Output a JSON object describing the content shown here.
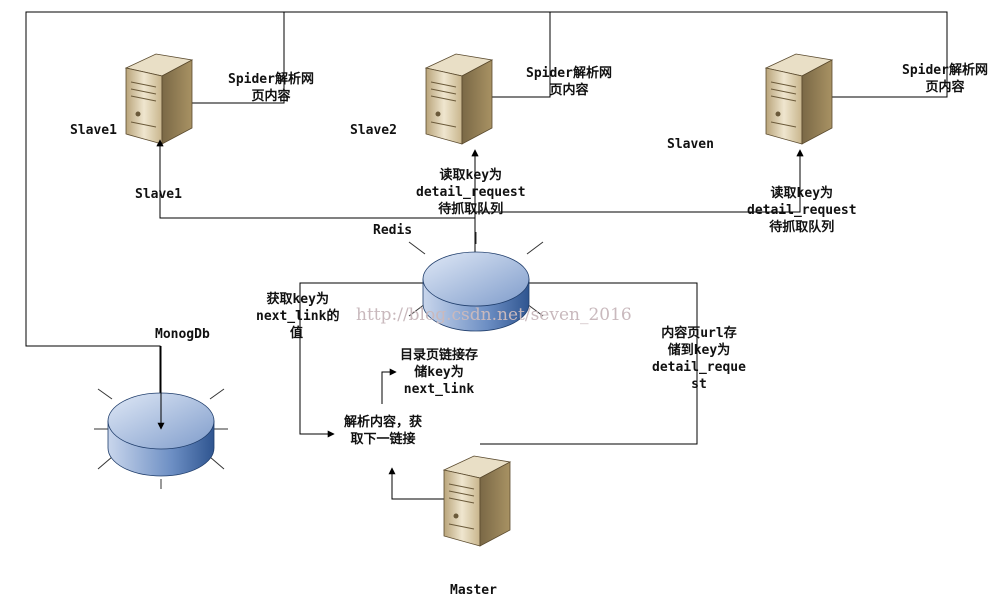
{
  "nodes": {
    "slave1": {
      "label": "Slave1",
      "spider_line1": "Spider解析网",
      "spider_line2": "页内容"
    },
    "slave2": {
      "label": "Slave2",
      "spider_line1": "Spider解析网",
      "spider_line2": "页内容"
    },
    "slaven": {
      "label": "Slaven",
      "spider_line1": "Spider解析网",
      "spider_line2": "页内容"
    },
    "redis": {
      "label": "Redis"
    },
    "mongodb": {
      "label": "MonogDb"
    },
    "master": {
      "label": "Master"
    }
  },
  "edge_labels": {
    "slave1_read": "Slave1",
    "slave2_read_1": "读取key为",
    "slave2_read_2": "detail_request",
    "slave2_read_3": "待抓取队列",
    "slaven_read_1": "读取key为",
    "slaven_read_2": "detail_request",
    "slaven_read_3": "待抓取队列",
    "get_next_1": "获取key为",
    "get_next_2": "next_link的",
    "get_next_3": "值",
    "dir_store_1": "目录页链接存",
    "dir_store_2": "储key为",
    "dir_store_3": "next_link",
    "content_store_1": "内容页url存",
    "content_store_2": "储到key为",
    "content_store_3": "detail_reque",
    "content_store_4": "st",
    "parse_1": "解析内容，获",
    "parse_2": "取下一链接"
  },
  "watermark": "http://blog.csdn.net/seven_2016",
  "colors": {
    "line": "#000000",
    "disk_top": "#9bb6de",
    "disk_side": "#4f78b4",
    "server": "#d8c9a8"
  }
}
